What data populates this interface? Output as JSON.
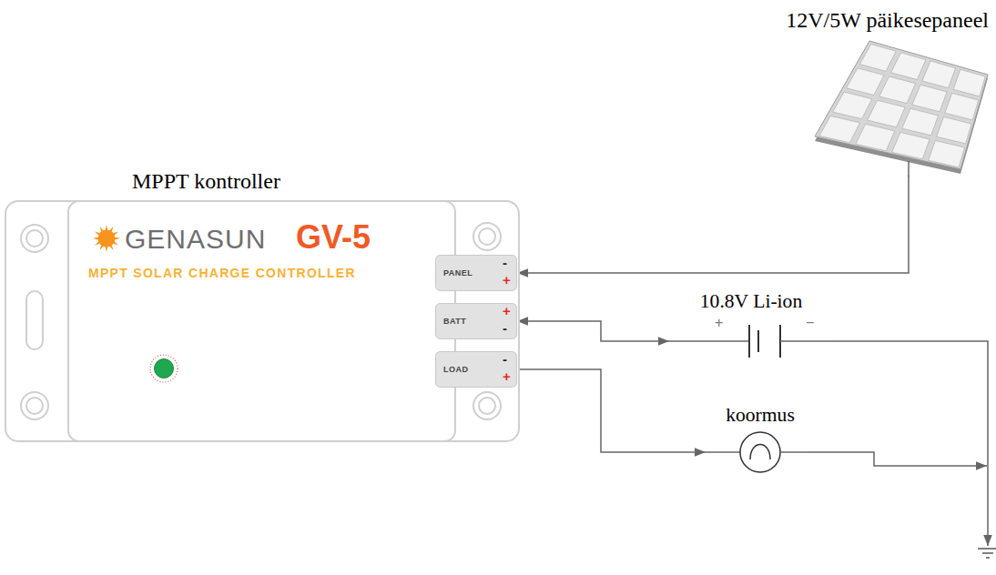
{
  "diagram": {
    "nodes": [
      {
        "text": [
          "12V/5W päikesepaneel"
        ]
      },
      {
        "text": [
          "MPPT kontroller",
          "GENASUN",
          "GV-5",
          "MPPT SOLAR CHARGE CONTROLLER"
        ]
      },
      {
        "text": [
          "PANEL",
          "-",
          "+"
        ],
        "in": 1
      },
      {
        "text": [
          "BATT",
          "+",
          "-"
        ],
        "in": 1
      },
      {
        "text": [
          "LOAD",
          "-",
          "+"
        ],
        "in": 1
      },
      {
        "text": [
          "10.8V Li-ion",
          "+",
          "−"
        ]
      },
      {
        "text": [
          "koormus"
        ]
      }
    ],
    "edges": [
      {
        "from": 0,
        "to": 2,
        "arrow": "to"
      },
      {
        "from": 3,
        "to": 5,
        "arrow": "both"
      },
      {
        "from": 4,
        "to": 6,
        "arrow": "to"
      }
    ]
  }
}
